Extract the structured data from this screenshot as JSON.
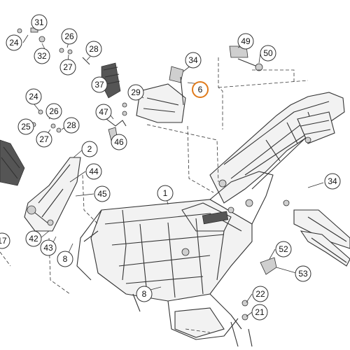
{
  "diagram": {
    "highlight_color": "#e07a1a",
    "callouts": [
      {
        "id": "c31a",
        "label": "31"
      },
      {
        "id": "c24a",
        "label": "24"
      },
      {
        "id": "c32",
        "label": "32"
      },
      {
        "id": "c26a",
        "label": "26"
      },
      {
        "id": "c27a",
        "label": "27"
      },
      {
        "id": "c28a",
        "label": "28"
      },
      {
        "id": "c37",
        "label": "37"
      },
      {
        "id": "c34a",
        "label": "34"
      },
      {
        "id": "c29",
        "label": "29"
      },
      {
        "id": "c6",
        "label": "6"
      },
      {
        "id": "c49",
        "label": "49"
      },
      {
        "id": "c50",
        "label": "50"
      },
      {
        "id": "c24b",
        "label": "24"
      },
      {
        "id": "c26b",
        "label": "26"
      },
      {
        "id": "c25",
        "label": "25"
      },
      {
        "id": "c28b",
        "label": "28"
      },
      {
        "id": "c27b",
        "label": "27"
      },
      {
        "id": "c47",
        "label": "47"
      },
      {
        "id": "c46",
        "label": "46"
      },
      {
        "id": "c2",
        "label": "2"
      },
      {
        "id": "c44",
        "label": "44"
      },
      {
        "id": "c45",
        "label": "45"
      },
      {
        "id": "c1",
        "label": "1"
      },
      {
        "id": "c34b",
        "label": "34"
      },
      {
        "id": "c17",
        "label": "17"
      },
      {
        "id": "c42",
        "label": "42"
      },
      {
        "id": "c43",
        "label": "43"
      },
      {
        "id": "c8a",
        "label": "8"
      },
      {
        "id": "c52",
        "label": "52"
      },
      {
        "id": "c53",
        "label": "53"
      },
      {
        "id": "c8b",
        "label": "8"
      },
      {
        "id": "c22",
        "label": "22"
      },
      {
        "id": "c21",
        "label": "21"
      }
    ]
  }
}
